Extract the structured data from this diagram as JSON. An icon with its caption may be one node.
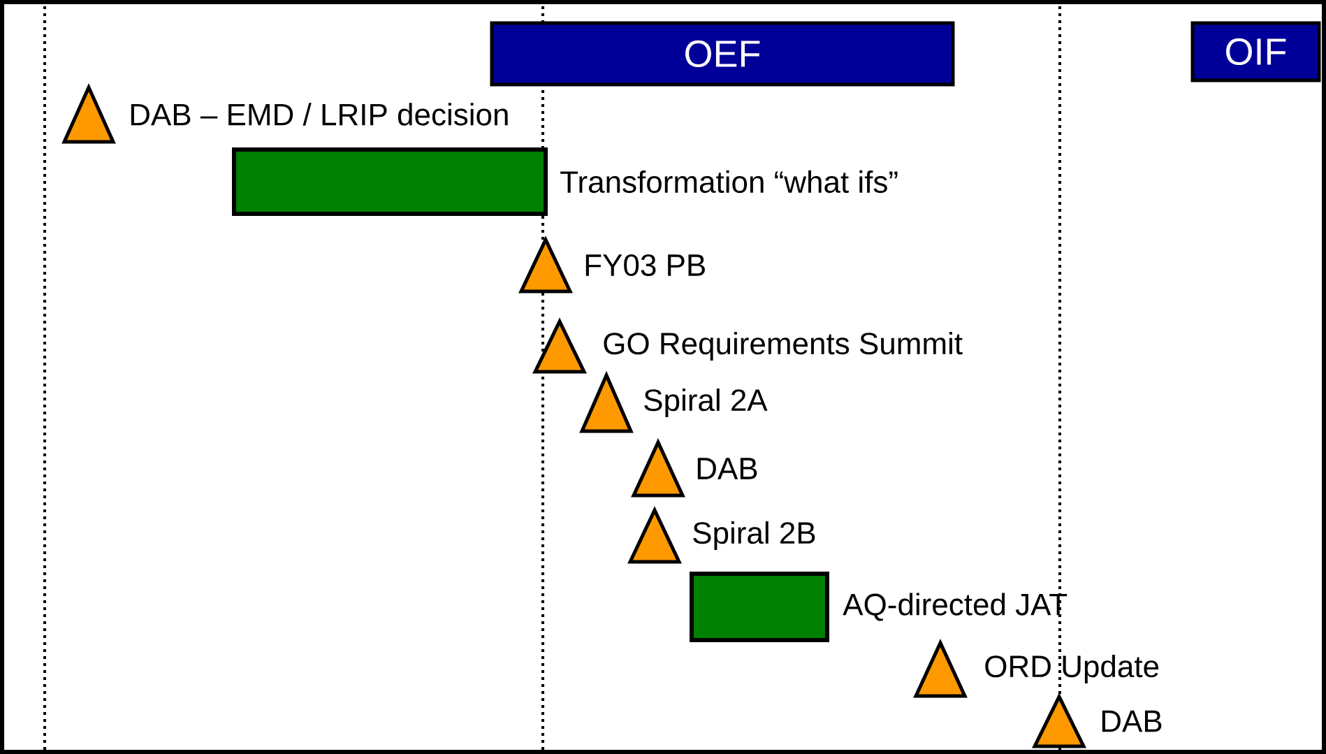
{
  "diagram": {
    "nodes": [
      {
        "text": [
          "OEF"
        ]
      },
      {
        "text": [
          "OIF"
        ]
      },
      {
        "text": [],
        "shape": "triangle",
        "beside": [
          "DAB – EMD / LRIP decision"
        ]
      },
      {
        "text": [],
        "shape": "bar",
        "beside": [
          "Transformation “what ifs”"
        ]
      },
      {
        "text": [],
        "shape": "triangle",
        "beside": [
          "FY03 PB"
        ]
      },
      {
        "text": [],
        "shape": "triangle",
        "beside": [
          "GO Requirements Summit"
        ]
      },
      {
        "text": [],
        "shape": "triangle",
        "beside": [
          "Spiral 2A"
        ]
      },
      {
        "text": [],
        "shape": "triangle",
        "beside": [
          "DAB"
        ]
      },
      {
        "text": [],
        "shape": "triangle",
        "beside": [
          "Spiral 2B"
        ]
      },
      {
        "text": [],
        "shape": "bar",
        "beside": [
          "AQ-directed JAT"
        ]
      },
      {
        "text": [],
        "shape": "triangle",
        "beside": [
          "ORD Update"
        ]
      },
      {
        "text": [],
        "shape": "triangle",
        "beside": [
          "DAB"
        ]
      }
    ]
  }
}
